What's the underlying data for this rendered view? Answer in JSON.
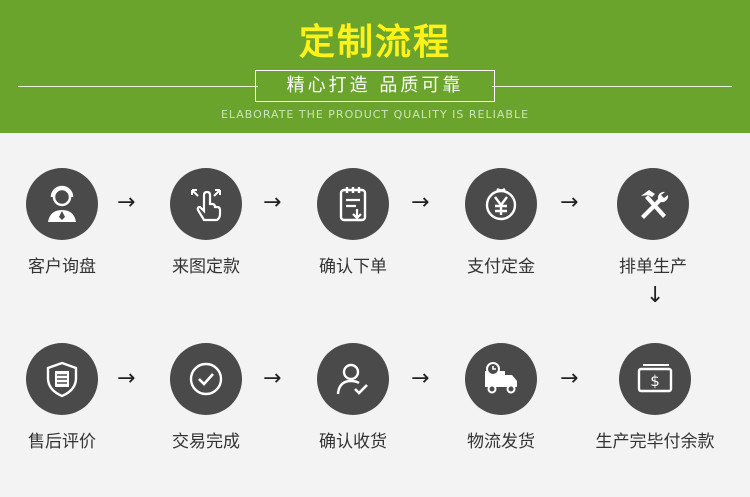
{
  "banner": {
    "title": "定制流程",
    "subtitle": "精心打造  品质可靠",
    "english": "ELABORATE THE PRODUCT QUALITY IS RELIABLE"
  },
  "arrows": {
    "right": "→",
    "down": "↓"
  },
  "steps": [
    {
      "label": "客户询盘",
      "icon": "customer-service-icon"
    },
    {
      "label": "来图定款",
      "icon": "touch-gesture-icon"
    },
    {
      "label": "确认下单",
      "icon": "order-form-icon"
    },
    {
      "label": "支付定金",
      "icon": "yen-payment-icon"
    },
    {
      "label": "排单生产",
      "icon": "hammer-wrench-icon"
    },
    {
      "label": "生产完毕付余款",
      "icon": "dollar-bill-icon"
    },
    {
      "label": "物流发货",
      "icon": "delivery-truck-icon"
    },
    {
      "label": "确认收货",
      "icon": "user-check-icon"
    },
    {
      "label": "交易完成",
      "icon": "checkmark-circle-icon"
    },
    {
      "label": "售后评价",
      "icon": "after-sale-shield-icon"
    }
  ],
  "colors": {
    "banner": "#6aa42c",
    "title": "#fff21a",
    "circle": "#4a4a4a"
  }
}
